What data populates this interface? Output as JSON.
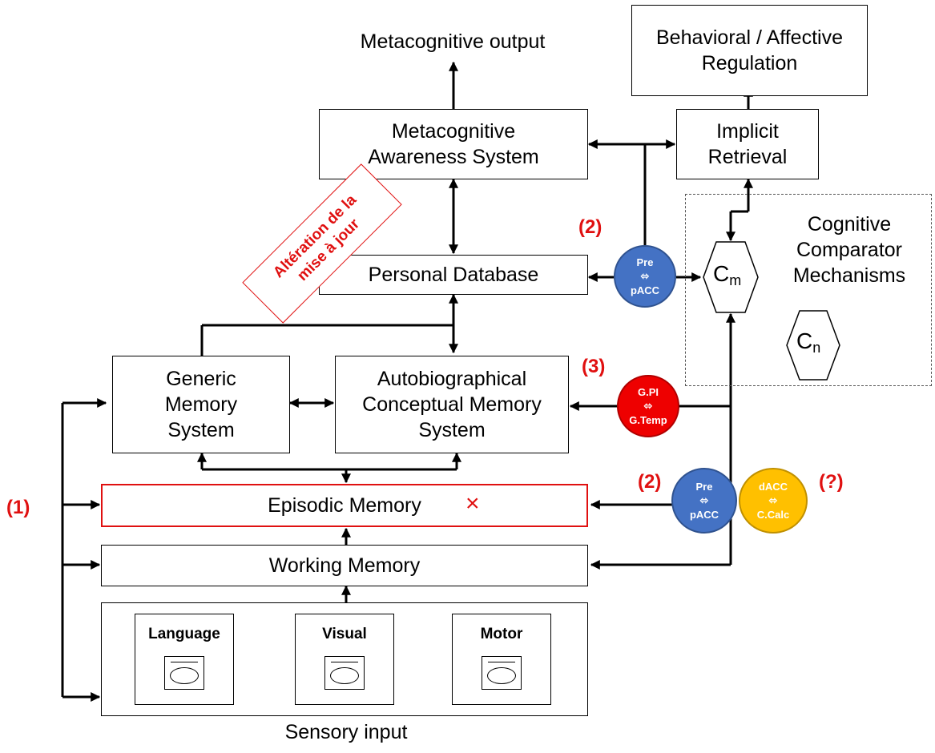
{
  "nodes": {
    "behavioral": "Behavioral / Affective\nRegulation",
    "metacognitive_output": "Metacognitive output",
    "metacognitive_awareness": "Metacognitive\nAwareness System",
    "implicit_retrieval": "Implicit\nRetrieval",
    "personal_database": "Personal Database",
    "generic_memory": "Generic\nMemory\nSystem",
    "autobiographical": "Autobiographical\nConceptual Memory\nSystem",
    "episodic_memory": "Episodic Memory",
    "working_memory": "Working Memory",
    "sensory_input": "Sensory input",
    "comparator_title": "Cognitive\nComparator\nMechanisms"
  },
  "modules": {
    "language": "Language",
    "visual": "Visual",
    "motor": "Motor"
  },
  "hexagons": {
    "cm": {
      "letter": "C",
      "sub": "m"
    },
    "cn": {
      "letter": "C",
      "sub": "n"
    }
  },
  "regions": {
    "pre_pacc_top": {
      "top": "Pre",
      "mid": "⬄",
      "bottom": "pACC"
    },
    "gpi_gtemp": {
      "top": "G.PI",
      "mid": "⬄",
      "bottom": "G.Temp"
    },
    "pre_pacc_bottom": {
      "top": "Pre",
      "mid": "⬄",
      "bottom": "pACC"
    },
    "dacc_ccalc": {
      "top": "dACC",
      "mid": "⬄",
      "bottom": "C.Calc"
    }
  },
  "annotations": {
    "label_1": "(1)",
    "label_2_top": "(2)",
    "label_3": "(3)",
    "label_2_bottom": "(2)",
    "label_q": "(?)",
    "alteration_line1": "Altération de la",
    "alteration_line2": "mise à jour",
    "episodic_mark": "×"
  },
  "colors": {
    "red": "#e01010",
    "blue_region": "#4472c4",
    "red_region": "#ee0000",
    "gold_region": "#ffc000"
  }
}
